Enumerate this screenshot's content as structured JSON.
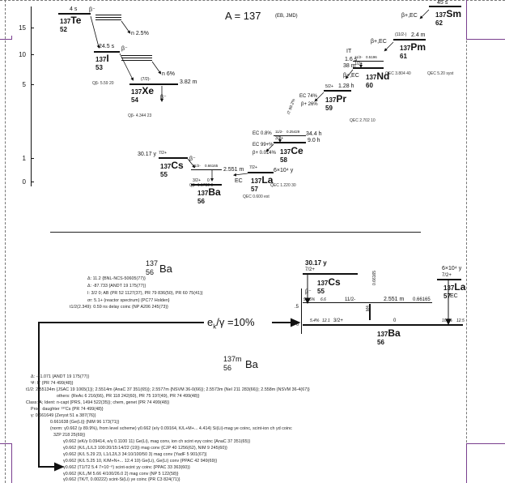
{
  "header": {
    "title": "A = 137",
    "credit": "(EB, JMD)"
  },
  "y_axis": {
    "ticks": [
      "15",
      "10",
      "5",
      "1",
      "0"
    ]
  },
  "chain": {
    "Te": {
      "mass": "137",
      "symbol": "Te",
      "z": "52",
      "halflife": "4 s",
      "decay": "β⁻",
      "branch": "n 2.5%"
    },
    "I": {
      "mass": "137",
      "symbol": "I",
      "z": "53",
      "halflife": "24.5 s",
      "decay": "β⁻",
      "branch": "n 6%",
      "q": "Qβ- 5.59 20"
    },
    "Xe": {
      "mass": "137",
      "symbol": "Xe",
      "z": "54",
      "halflife": "3.82 m",
      "spin": "(7/2)-",
      "decay": "β⁻",
      "q": "Qβ- 4.344 23"
    },
    "Cs": {
      "mass": "137",
      "symbol": "Cs",
      "z": "55",
      "halflife": "30.17 y",
      "spin": "7/2+",
      "decay": "β⁻",
      "q": "Qβ- 1.1732 9"
    },
    "Ba": {
      "mass": "137",
      "symbol": "Ba",
      "z": "56",
      "spin0": "3/2+",
      "g": "0",
      "isomer": "11/2-",
      "isomer_e": "0.66165",
      "isomer_t": "2.551 m"
    },
    "La": {
      "mass": "137",
      "symbol": "La",
      "z": "57",
      "halflife": "6×10⁴ y",
      "spin": "7/2+",
      "decay": "EC",
      "q": "QEC 0.600 est"
    },
    "Ce": {
      "mass": "137",
      "symbol": "Ce",
      "z": "58",
      "halflife": "9.0 h",
      "spin": "3/2+",
      "isomer": "11/2-",
      "isomer_e": "0.25429",
      "isomer_t": "34.4 h",
      "ec1": "EC 0.8%",
      "ec2": "EC 99+%",
      "bp": "β+ 0.014%",
      "it": "IT 99.2%",
      "q": "QEC 1.220 30"
    },
    "Pr": {
      "mass": "137",
      "symbol": "Pr",
      "z": "59",
      "halflife": "1.28 h",
      "spin": "5/2+",
      "ec": "EC 74%",
      "bp": "β+ 26%",
      "q": "QEC 2.702 10"
    },
    "Nd": {
      "mass": "137",
      "symbol": "Nd",
      "z": "60",
      "halflife": "38 m",
      "spin": "1/2+",
      "isomer": "11/2-",
      "isomer_e": "0.5196",
      "isomer_t": "1.6 s",
      "decay": "β+,EC",
      "it": "IT",
      "q": "QEC 3.804 40"
    },
    "Pm": {
      "mass": "137",
      "symbol": "Pm",
      "z": "61",
      "halflife": "2.4 m",
      "spin": "(11/2-)",
      "decay": "β+,EC",
      "q": "QEC 5.20 syst"
    },
    "Sm": {
      "mass": "137",
      "symbol": "Sm",
      "z": "62",
      "halflife": "45 s",
      "decay": "β+,EC"
    }
  },
  "ba_block": {
    "mass": "137",
    "z": "56",
    "symbol": "Ba",
    "lines": [
      "Δ: 11.2 {BNL-NCS-50605(77)}",
      "Δ: -87.733 {ANDT 19 175(77)}",
      "I: 3/2 0; AB (PR 52 1127(37), PR 79 836(50), PR 60 75(41)}",
      "σr: 5.1+ (reactor spectrum) {PC77 Holden}",
      "t1/2(2.349): 0.59 ns delay coinc {NP A206 245(73)}"
    ]
  },
  "mini_scheme": {
    "cs_halflife": "30.17 y",
    "cs_spin": "7/2+",
    "cs_mass": "137",
    "cs_z": "55",
    "cs_symbol": "Cs",
    "la_halflife": "6×10⁴ y",
    "la_spin": "7/2+",
    "la_mass": "137",
    "la_z": "57",
    "la_symbol": "La",
    "beta": "β⁻",
    "ec": "EC",
    "b1": "94.6%",
    "b1e": "6.6",
    "iso_spin": "11/2-",
    "iso_t": "2.551 m",
    "iso_e": "0.66165",
    "gamma": "0.66165",
    "gamma_int": "M4",
    "b2": "5.4%",
    "b2e": "12.1",
    "gs_spin": "3/2+",
    "gs_e": "0",
    "gs_b": "100%",
    "gs_be": "12.5",
    "ba_mass": "137",
    "ba_z": "56",
    "ba_symbol": "Ba",
    "scale_ticks": [
      ".5",
      "0"
    ]
  },
  "ratio": {
    "text": "e",
    "sub": "k",
    "rest": "/γ =10%"
  },
  "bam_block": {
    "mass": "137m",
    "z": "56",
    "symbol": "Ba",
    "lines": [
      "Δ: -81.071 {ANDT 19 175(77)}",
      "Ψ: IT {PR 74 499(48)}",
      "t1/2: 2.55134m {JSAC 19 1065(1)}; 2.5514m {AnaC 37 351(65)}; 2.5577m {NSVM 36-0(66)}; 2.5573m {NeI 211 283(66)}; 2.558m {NSVM 36-4(67)}",
      "others: {ReAc 6 216(66), PR 118 242(60), PR 75 197(49), PR 74 499(48)}",
      "Class: A; Ident: n-capt {PRS, 1494 522(35)}; chem, genet {PR 74 499(48)}",
      "Prod: daughter ¹³⁷Cs {PR 74 499(48)}",
      "γ: 0.661649 {Zeryst 51 a 387(76)}",
      "0.661638 {Ge(Li)} {NIM 96 173(71)}",
      "(norm: γ0.662 (γ 89.9%), from level scheme)  γ0.662 (e/γ 0.09164, K/L+M+... 4.414) Si(Li)-mag ye coinc, scint-ion ch yd coinc",
      "3ZP 218 25(69)}",
      "γ0.662 (eK/γ 0.09414, e/γ 0.1100 11) Ge(Li), mag conv, ion ch scint eγγ coinc {AnaC 37 351(65)}",
      "γ0.662 (K/L,/L/L3 100:20/15:14/22 (19)) mag conv {CJP 40 1256(62), NIM 9 245(60)}",
      "γ0.662 (K/L 5.29 23, L1/L2/L3 34:10/100/50 3) mag conv {YadF 5 901(67)}",
      "γ0.662 (K/L 5.25 10, K/M+N+... 12.4 10) Ge(Li), Ge(Li) conv {PPAC 42 949(69)}",
      "γ0.662 (T1/T2 5.4 7×10⁻⁶) scint-scint yy coinc {PPAC 33 363(60)}",
      "γ0.662 (K/L,/M 5.66 4/100/26.0 2) mag conv {NP 5 122(58)}",
      "γ0.662 (TK/T, 0.00222) scint-Si(Li) ye coinc {PR C3 824(71)}"
    ]
  }
}
